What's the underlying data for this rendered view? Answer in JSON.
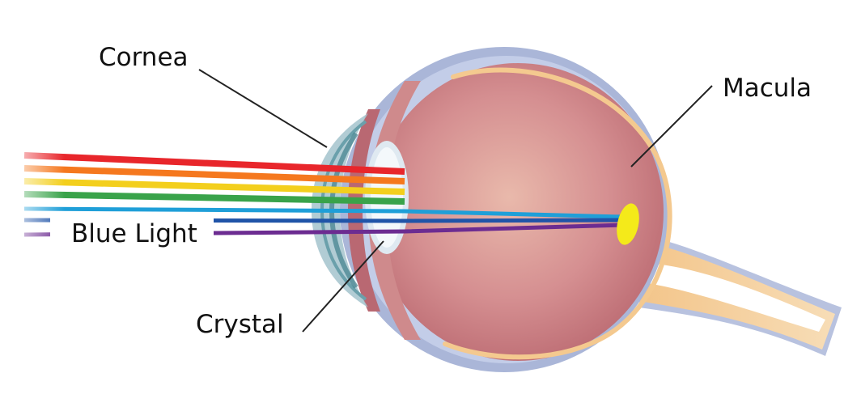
{
  "labels": {
    "cornea": "Cornea",
    "macula": "Macula",
    "crystal": "Crystal",
    "blue_light": "Blue Light"
  },
  "colors": {
    "rays": [
      "#e8262b",
      "#f5781e",
      "#f3cf1d",
      "#39a34a",
      "#1f9fd8",
      "#2054a8",
      "#6c2c91"
    ],
    "sclera_outer": "#aab6d8",
    "eye_body": "#c77f85",
    "eye_center": "#e8b7a9",
    "retina_line": "#f4c98f",
    "macula": "#f4ea1a",
    "lens": "#dfe9f1",
    "cornea": "#a9c6cf",
    "optic_nerve": "#f1c68c"
  }
}
